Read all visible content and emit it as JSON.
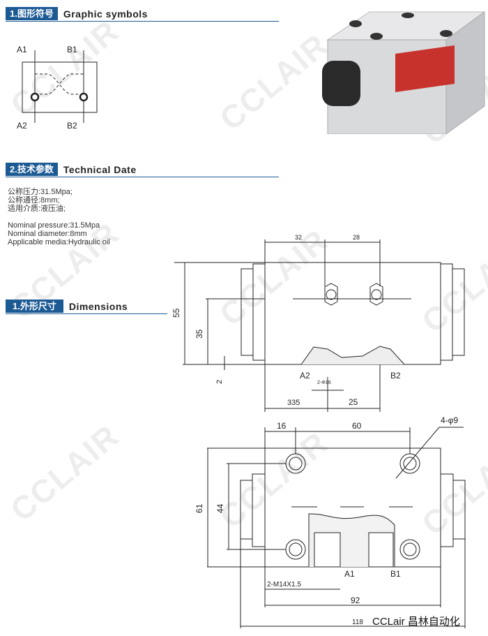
{
  "sections": {
    "graphic": {
      "num": "1.图形符号",
      "en": "Graphic symbols"
    },
    "technical": {
      "num": "2.技术参数",
      "en": "Technical Date"
    },
    "dimensions": {
      "num": "1.外形尺寸",
      "en": "Dimensions"
    }
  },
  "symbol": {
    "a1": "A1",
    "b1": "B1",
    "a2": "A2",
    "b2": "B2"
  },
  "tech_lines_cn": [
    "公称压力:31.5Mpa;",
    "公称通径:8mm;",
    "适用介质:液压油;"
  ],
  "tech_lines_en": [
    "Nominal  pressure:31.5Mpa",
    "Nominal  diameter:8mm",
    "Applicable media:Hydraulic oil"
  ],
  "front_view": {
    "d32": "32",
    "d28": "28",
    "d55": "55",
    "d35": "35",
    "d2": "2",
    "a2": "A2",
    "b2": "B2",
    "phi": "2-Φ16",
    "d335": "335",
    "d25": "25"
  },
  "top_view": {
    "d16": "16",
    "d60": "60",
    "holes": "4-φ9",
    "d61": "61",
    "d44": "44",
    "a1": "A1",
    "b1": "B1",
    "thread": "2-M14X1.5",
    "d92": "92",
    "d118": "118"
  },
  "watermark": "CCLAIR",
  "brand": "CCLair 昌林自动化"
}
